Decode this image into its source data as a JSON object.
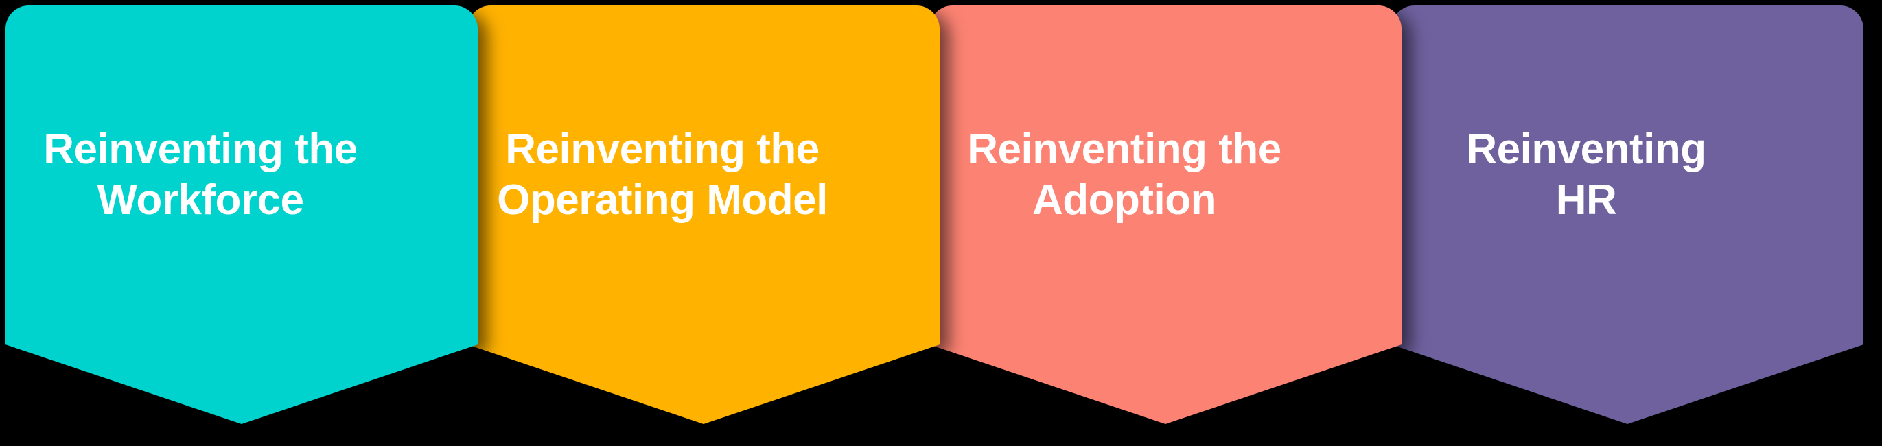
{
  "canvas": {
    "background": "#000000",
    "text_color": "#FFFFFF"
  },
  "banners": [
    {
      "label_line1": "Reinventing the",
      "label_line2": "Workforce",
      "color": "#00D2CD"
    },
    {
      "label_line1": "Reinventing the",
      "label_line2": "Operating Model",
      "color": "#FFB200"
    },
    {
      "label_line1": "Reinventing the",
      "label_line2": "Adoption",
      "color": "#FC8373"
    },
    {
      "label_line1": "Reinventing",
      "label_line2": "HR",
      "color": "#6F619E"
    }
  ]
}
